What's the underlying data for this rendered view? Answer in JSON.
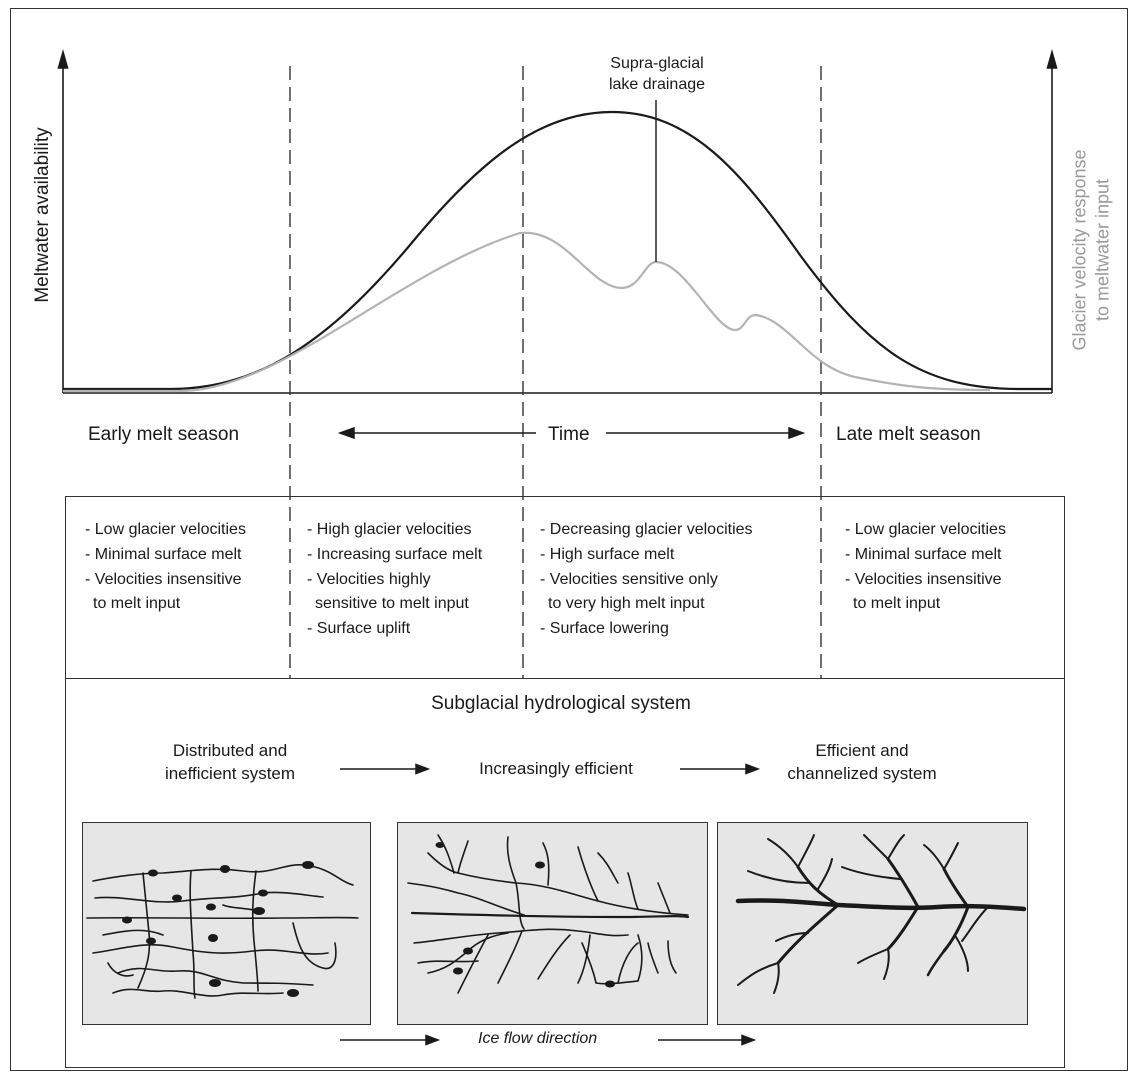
{
  "axes": {
    "left_label": "Meltwater availability",
    "right_label_line1": "Glacier velocity response",
    "right_label_line2": "to meltwater input"
  },
  "annotation": {
    "line1": "Supra-glacial",
    "line2": "lake drainage"
  },
  "timeline": {
    "early": "Early melt season",
    "time": "Time",
    "late": "Late melt season"
  },
  "phases": [
    {
      "items": [
        "- Low glacier velocities",
        "- Minimal surface melt",
        "- Velocities insensitive",
        "  to melt input"
      ]
    },
    {
      "items": [
        "- High glacier velocities",
        "- Increasing surface melt",
        "- Velocities highly",
        "  sensitive to melt input",
        "- Surface uplift"
      ]
    },
    {
      "items": [
        "- Decreasing glacier velocities",
        "- High surface melt",
        "- Velocities sensitive only",
        "  to very high melt input",
        "- Surface lowering"
      ]
    },
    {
      "items": [
        "- Low glacier velocities",
        "- Minimal surface melt",
        "- Velocities insensitive",
        "  to melt input"
      ]
    }
  ],
  "hydro": {
    "title": "Subglacial hydrological system",
    "stage1_line1": "Distributed and",
    "stage1_line2": "inefficient system",
    "stage2": "Increasingly efficient",
    "stage3_line1": "Efficient and",
    "stage3_line2": "channelized system",
    "flow_label": "Ice flow direction"
  },
  "colors": {
    "meltwater_curve": "#1a1a1a",
    "velocity_curve": "#b3b3b3",
    "panel_fill": "#e6e6e6"
  }
}
